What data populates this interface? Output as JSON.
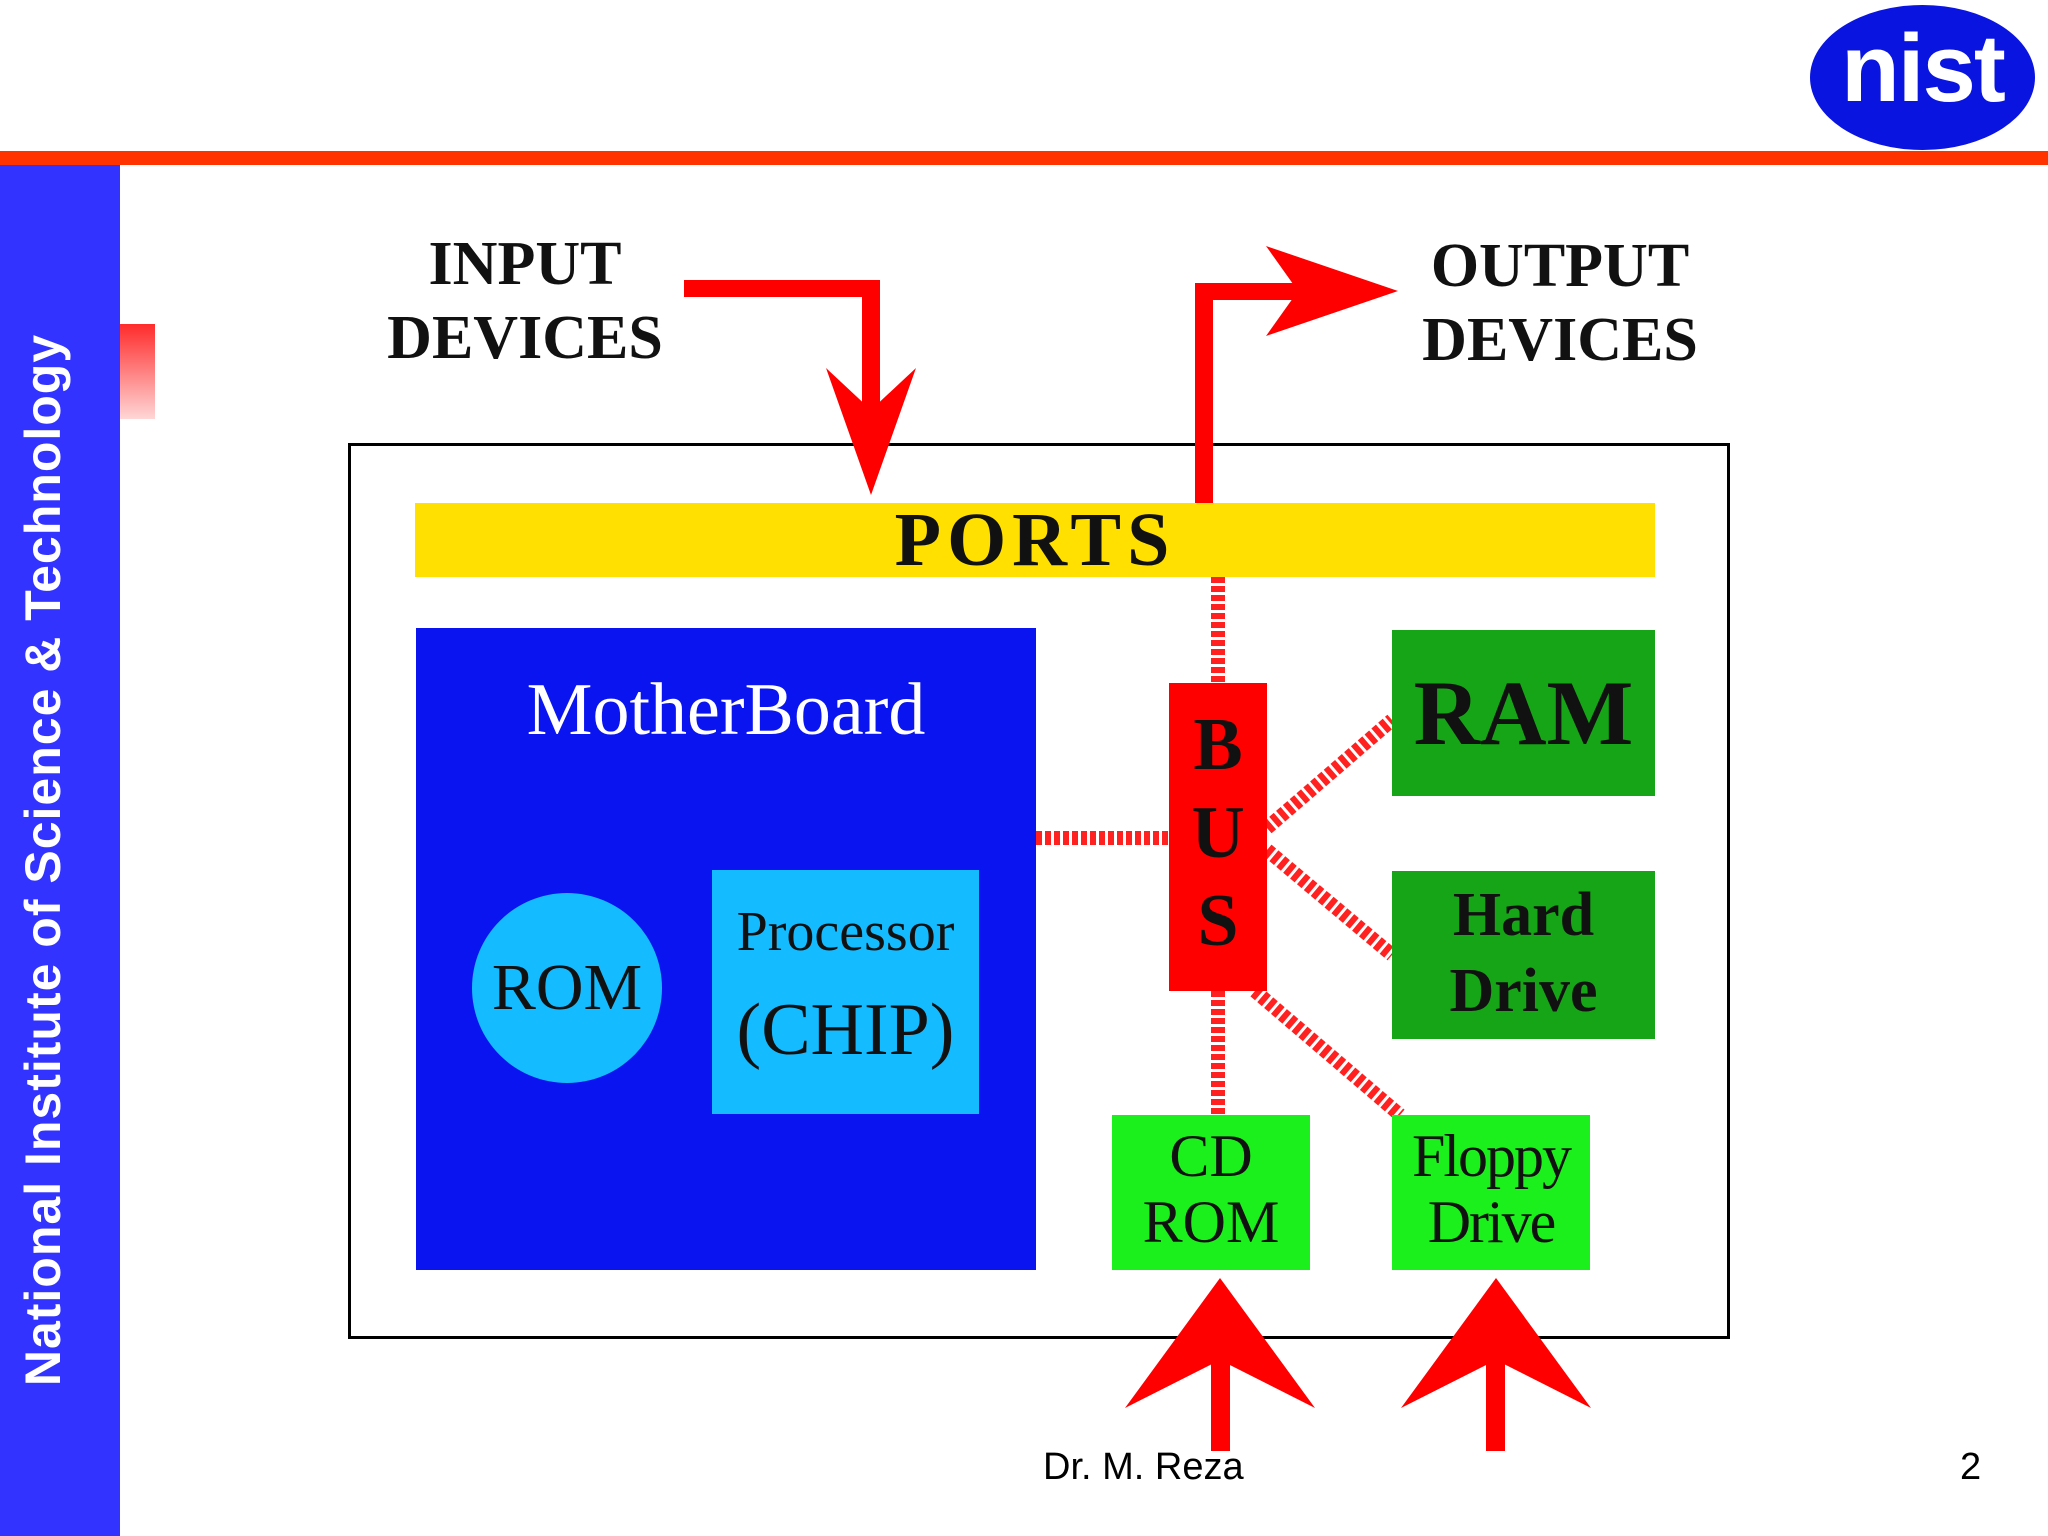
{
  "header": {
    "logo_text": "nist",
    "logo_color": "#0a14e0",
    "rule_color": "#ff3300"
  },
  "sidebar": {
    "title": "National Institute of Science & Technology",
    "band_color": "#3333ff"
  },
  "diagram": {
    "input_label": [
      "INPUT",
      "DEVICES"
    ],
    "output_label": [
      "OUTPUT",
      "DEVICES"
    ],
    "ports_label": "PORTS",
    "motherboard": {
      "title": "MotherBoard",
      "rom_label": "ROM",
      "processor_line1": "Processor",
      "processor_line2": "(CHIP)"
    },
    "bus_letters": [
      "B",
      "U",
      "S"
    ],
    "ram_label": "RAM",
    "hard_drive_label": [
      "Hard",
      "Drive"
    ],
    "cd_rom_label": [
      "CD",
      "ROM"
    ],
    "floppy_label": [
      "Floppy",
      "Drive"
    ],
    "colors": {
      "ports": "#ffe000",
      "motherboard": "#0a14f0",
      "chip": "#15bbff",
      "bus": "#ff0000",
      "dark_green": "#16a516",
      "light_green": "#1cf01c",
      "arrow": "#ff0000"
    }
  },
  "footer": {
    "author": "Dr. M. Reza",
    "page_number": "2"
  }
}
